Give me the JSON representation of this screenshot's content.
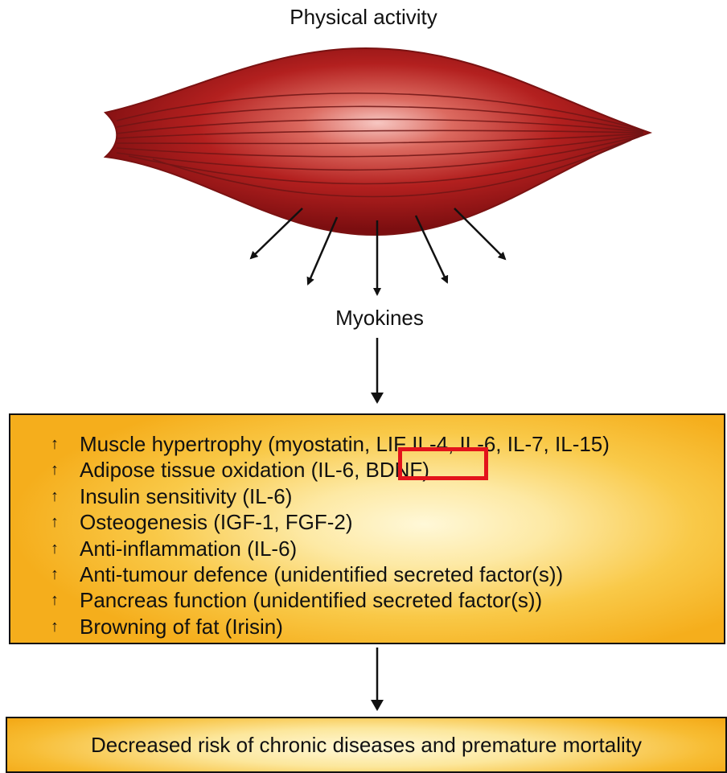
{
  "diagram": {
    "title": "Physical activity",
    "intermediate_label": "Myokines",
    "effects": [
      {
        "arrow": "↑",
        "text": "Muscle hypertrophy (myostatin, LIF IL-4, IL-6, IL-7, IL-15)"
      },
      {
        "arrow": "↑",
        "text": "Adipose tissue oxidation (IL-6, BDNF)"
      },
      {
        "arrow": "↑",
        "text": "Insulin sensitivity (IL-6)"
      },
      {
        "arrow": "↑",
        "text": "Osteogenesis (IGF-1, FGF-2)"
      },
      {
        "arrow": "↑",
        "text": "Anti-inflammation (IL-6)"
      },
      {
        "arrow": "↑",
        "text": "Anti-tumour defence (unidentified secreted factor(s))"
      },
      {
        "arrow": "↑",
        "text": "Pancreas function (unidentified secreted factor(s))"
      },
      {
        "arrow": "↑",
        "text": "Browning of fat (Irisin)"
      }
    ],
    "outcome": "Decreased risk of chronic diseases and premature mortality",
    "colors": {
      "muscle": "#b3201f",
      "muscle_highlight": "#f7c7c2",
      "box_fill": "#f5ae1c",
      "box_center": "#fff8d8",
      "highlight_border": "#e3131b"
    }
  }
}
